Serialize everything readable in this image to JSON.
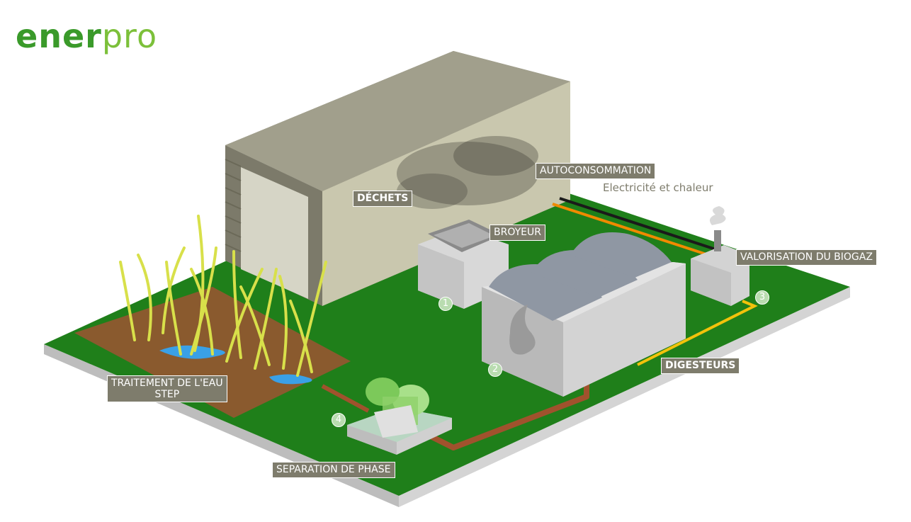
{
  "logo": {
    "part1": "ener",
    "part2": "pro"
  },
  "labels": {
    "dechets": "DÉCHETS",
    "autoconsommation": "AUTOCONSOMMATION",
    "autoconsommation_sub": "Electricité et chaleur",
    "broyeur": "BROYEUR",
    "valorisation": "VALORISATION DU BIOGAZ",
    "digesteurs": "DIGESTEURS",
    "traitement_line1": "TRAITEMENT DE L'EAU",
    "traitement_line2": "STEP",
    "separation": "SEPARATION DE PHASE"
  },
  "numbers": {
    "n1": "1",
    "n2": "2",
    "n3": "3",
    "n4": "4"
  },
  "colors": {
    "grass": "#1f7f1a",
    "soil": "#8a5a2e",
    "shed": "#7e7c6c",
    "label_bg": "#7e7c6c",
    "pipe_brown": "#a0522d",
    "pipe_yellow": "#f2c20b",
    "pipe_orange": "#f08a00",
    "water": "#3aa0e6",
    "reeds": "#d8e04a",
    "logo_dark": "#3a9a2a",
    "logo_light": "#7cc03a"
  }
}
